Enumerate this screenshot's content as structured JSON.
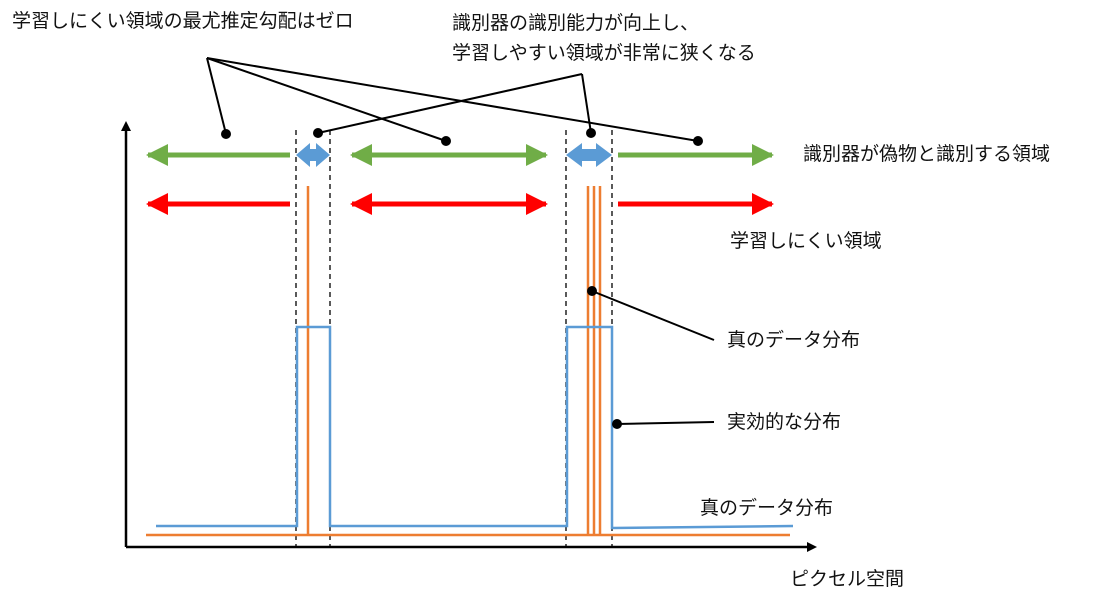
{
  "annotations": {
    "zero_gradient": "学習しにくい領域の最尤推定勾配はゼロ",
    "discriminator_improves_line1": "識別器の識別能力が向上し、",
    "discriminator_improves_line2": "学習しやすい領域が非常に狭くなる",
    "discriminated_as_fake": "識別器が偽物と識別する領域",
    "hard_to_learn_region": "学習しにくい領域",
    "true_data_distribution_1": "真のデータ分布",
    "effective_distribution": "実効的な分布",
    "true_data_distribution_2": "真のデータ分布"
  },
  "axes": {
    "x_label": "ピクセル空間"
  },
  "colors": {
    "green_arrow": "#70AD47",
    "red_arrow": "#FF0000",
    "blue_arrow": "#5B9BD5",
    "orange_line": "#ED7D31",
    "blue_line": "#5B9BD5",
    "axis": "#000000"
  }
}
